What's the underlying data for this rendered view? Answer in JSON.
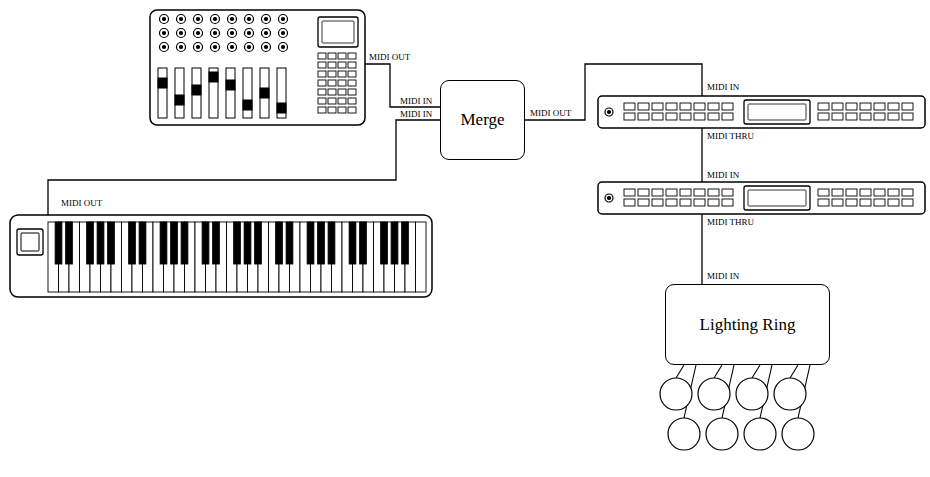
{
  "diagram": {
    "nodes": [
      {
        "text": [
          "Merge"
        ]
      },
      {
        "text": [
          "Lighting Ring"
        ]
      }
    ],
    "labels": [
      "MIDI OUT",
      "MIDI IN",
      "MIDI IN",
      "MIDI OUT",
      "MIDI OUT",
      "MIDI IN",
      "MIDI THRU",
      "MIDI IN",
      "MIDI THRU",
      "MIDI IN"
    ]
  }
}
